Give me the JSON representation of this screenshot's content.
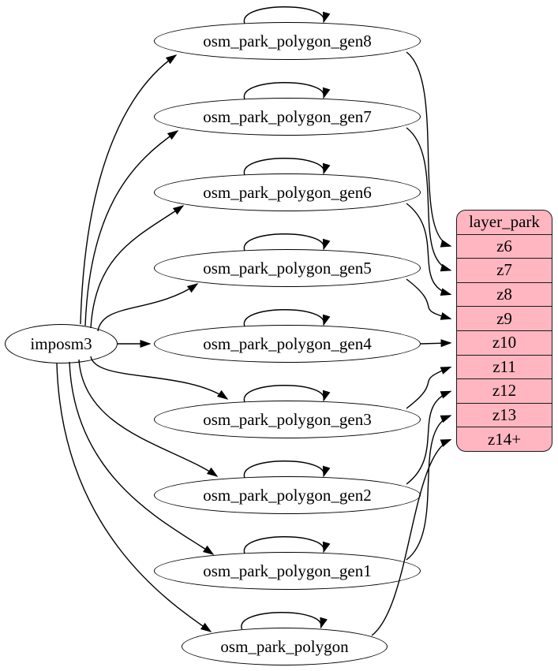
{
  "diagram": {
    "type": "graphviz-digraph",
    "source": {
      "label": "imposm3"
    },
    "tables": [
      {
        "label": "osm_park_polygon_gen8",
        "feeds": "z6"
      },
      {
        "label": "osm_park_polygon_gen7",
        "feeds": "z7"
      },
      {
        "label": "osm_park_polygon_gen6",
        "feeds": "z8"
      },
      {
        "label": "osm_park_polygon_gen5",
        "feeds": "z9"
      },
      {
        "label": "osm_park_polygon_gen4",
        "feeds": "z10"
      },
      {
        "label": "osm_park_polygon_gen3",
        "feeds": "z11"
      },
      {
        "label": "osm_park_polygon_gen2",
        "feeds": "z12"
      },
      {
        "label": "osm_park_polygon_gen1",
        "feeds": "z13"
      },
      {
        "label": "osm_park_polygon",
        "feeds": "z14+"
      }
    ],
    "layer": {
      "title": "layer_park",
      "rows": [
        "z6",
        "z7",
        "z8",
        "z9",
        "z10",
        "z11",
        "z12",
        "z13",
        "z14+"
      ]
    },
    "colors": {
      "layer_fill": "#FFB6C1",
      "node_fill": "#ffffff",
      "stroke": "#000000"
    }
  }
}
